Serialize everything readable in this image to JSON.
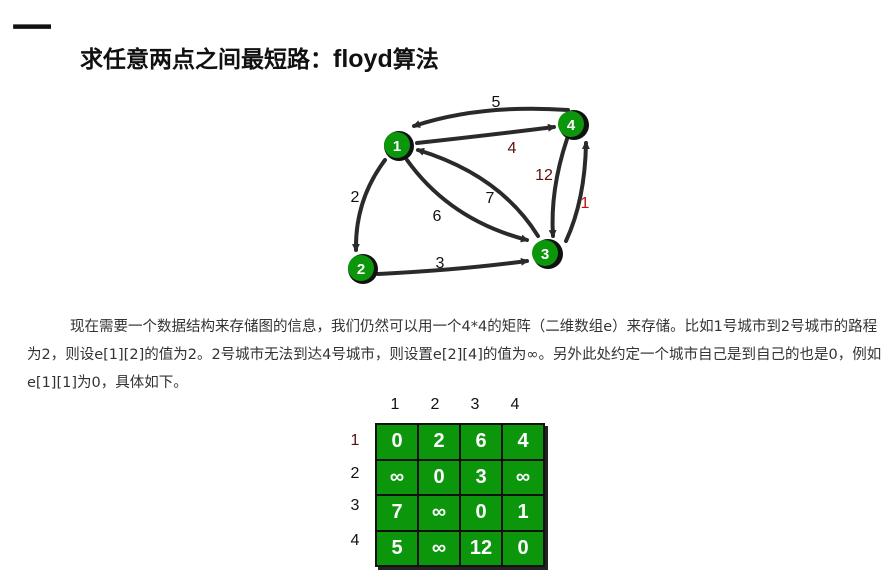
{
  "heading_mark": "一",
  "title": {
    "cn": "求任意两点之间最短路：",
    "en": "floyd",
    "cn2": "算法"
  },
  "graph": {
    "nodes": [
      "1",
      "2",
      "3",
      "4"
    ],
    "edges": [
      {
        "from": "4",
        "to": "1",
        "weight": "5"
      },
      {
        "from": "1",
        "to": "4",
        "weight": "4"
      },
      {
        "from": "4",
        "to": "3",
        "weight": "12"
      },
      {
        "from": "3",
        "to": "4",
        "weight": "1"
      },
      {
        "from": "1",
        "to": "2",
        "weight": "2"
      },
      {
        "from": "1",
        "to": "3",
        "weight": "6"
      },
      {
        "from": "3",
        "to": "1",
        "weight": "7"
      },
      {
        "from": "2",
        "to": "3",
        "weight": "3"
      }
    ]
  },
  "paragraph": "现在需要一个数据结构来存储图的信息，我们仍然可以用一个4*4的矩阵（二维数组e）来存储。比如1号城市到2号城市的路程为2，则设e[1][2]的值为2。2号城市无法到达4号城市，则设置e[2][4]的值为∞。另外此处约定一个城市自己是到自己的也是0，例如e[1][1]为0，具体如下。",
  "matrix": {
    "col_headers": [
      "1",
      "2",
      "3",
      "4"
    ],
    "row_headers": [
      "1",
      "2",
      "3",
      "4"
    ],
    "rows": [
      [
        "0",
        "2",
        "6",
        "4"
      ],
      [
        "∞",
        "0",
        "3",
        "∞"
      ],
      [
        "7",
        "∞",
        "0",
        "1"
      ],
      [
        "5",
        "∞",
        "12",
        "0"
      ]
    ]
  },
  "colors": {
    "node_green": "#0b960b",
    "edge": "#2a2a2a"
  }
}
